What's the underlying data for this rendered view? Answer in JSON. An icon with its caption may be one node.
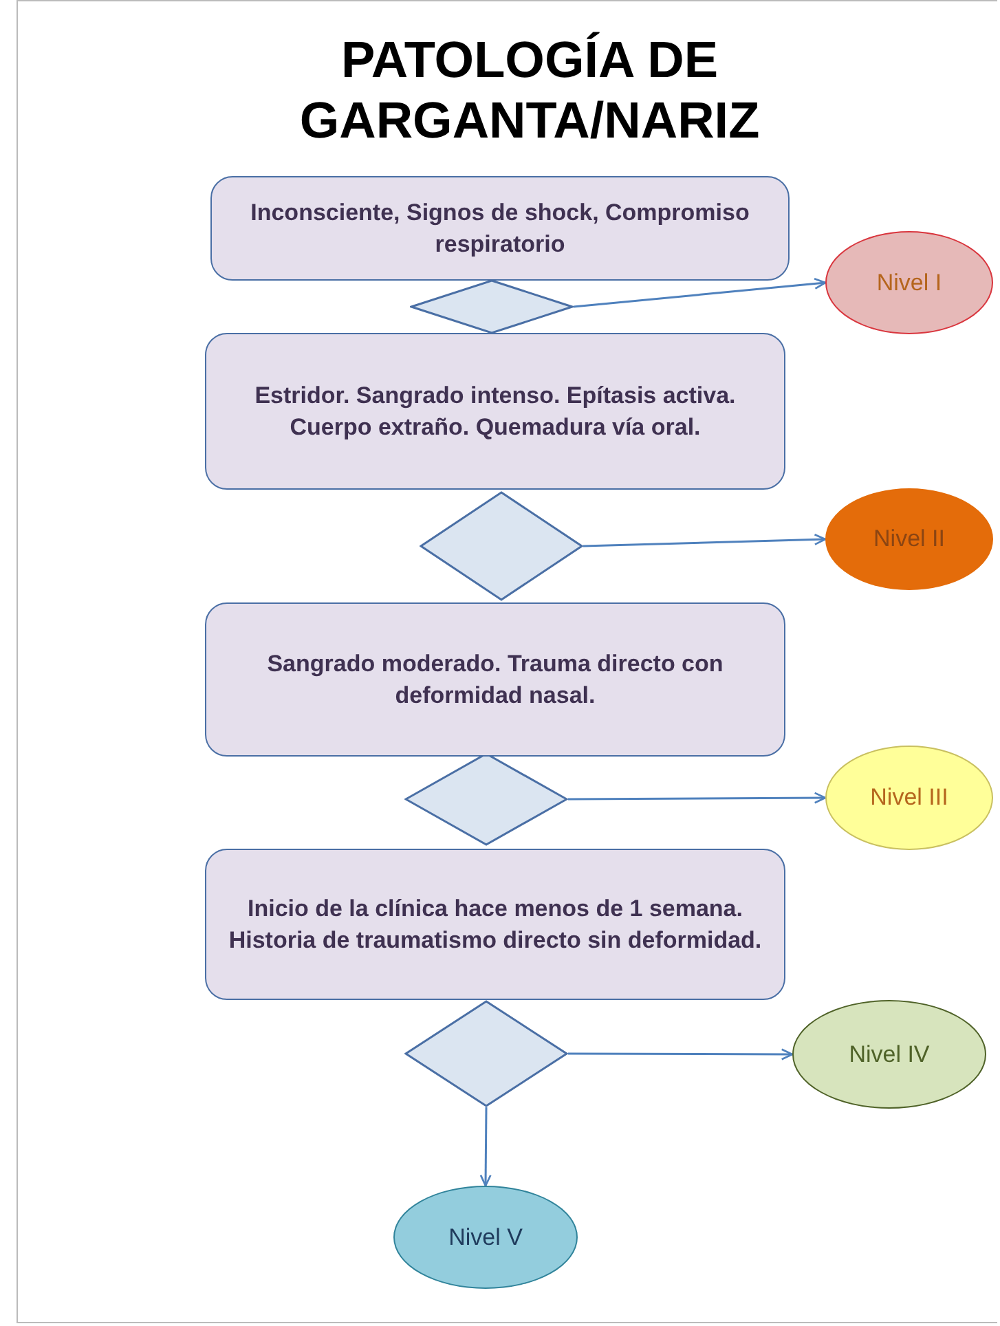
{
  "diagram": {
    "title": "PATOLOGÍA DE GARGANTA/NARIZ",
    "nodes": [
      {
        "text": [
          "Inconsciente, Signos de shock, Compromiso respiratorio"
        ]
      },
      {
        "text": [],
        "shape": "diamond"
      },
      {
        "text": [
          "Nivel I"
        ]
      },
      {
        "text": [
          "Estridor. Sangrado intenso. Epítasis activa. Cuerpo extraño. Quemadura vía oral."
        ]
      },
      {
        "text": [],
        "shape": "diamond"
      },
      {
        "text": [
          "Nivel II"
        ]
      },
      {
        "text": [
          "Sangrado moderado. Trauma directo con deformidad nasal."
        ]
      },
      {
        "text": [],
        "shape": "diamond"
      },
      {
        "text": [
          "Nivel III"
        ]
      },
      {
        "text": [
          "Inicio de la clínica hace menos de 1 semana. Historia de traumatismo directo sin deformidad."
        ]
      },
      {
        "text": [],
        "shape": "diamond"
      },
      {
        "text": [
          "Nivel IV"
        ]
      },
      {
        "text": [
          "Nivel V"
        ]
      }
    ],
    "edges": [
      {
        "from": 1,
        "to": 2,
        "arrow": "to"
      },
      {
        "from": 4,
        "to": 5,
        "arrow": "to"
      },
      {
        "from": 7,
        "to": 8,
        "arrow": "to"
      },
      {
        "from": 10,
        "to": 11,
        "arrow": "to"
      },
      {
        "from": 10,
        "to": 12,
        "arrow": "to"
      }
    ]
  }
}
